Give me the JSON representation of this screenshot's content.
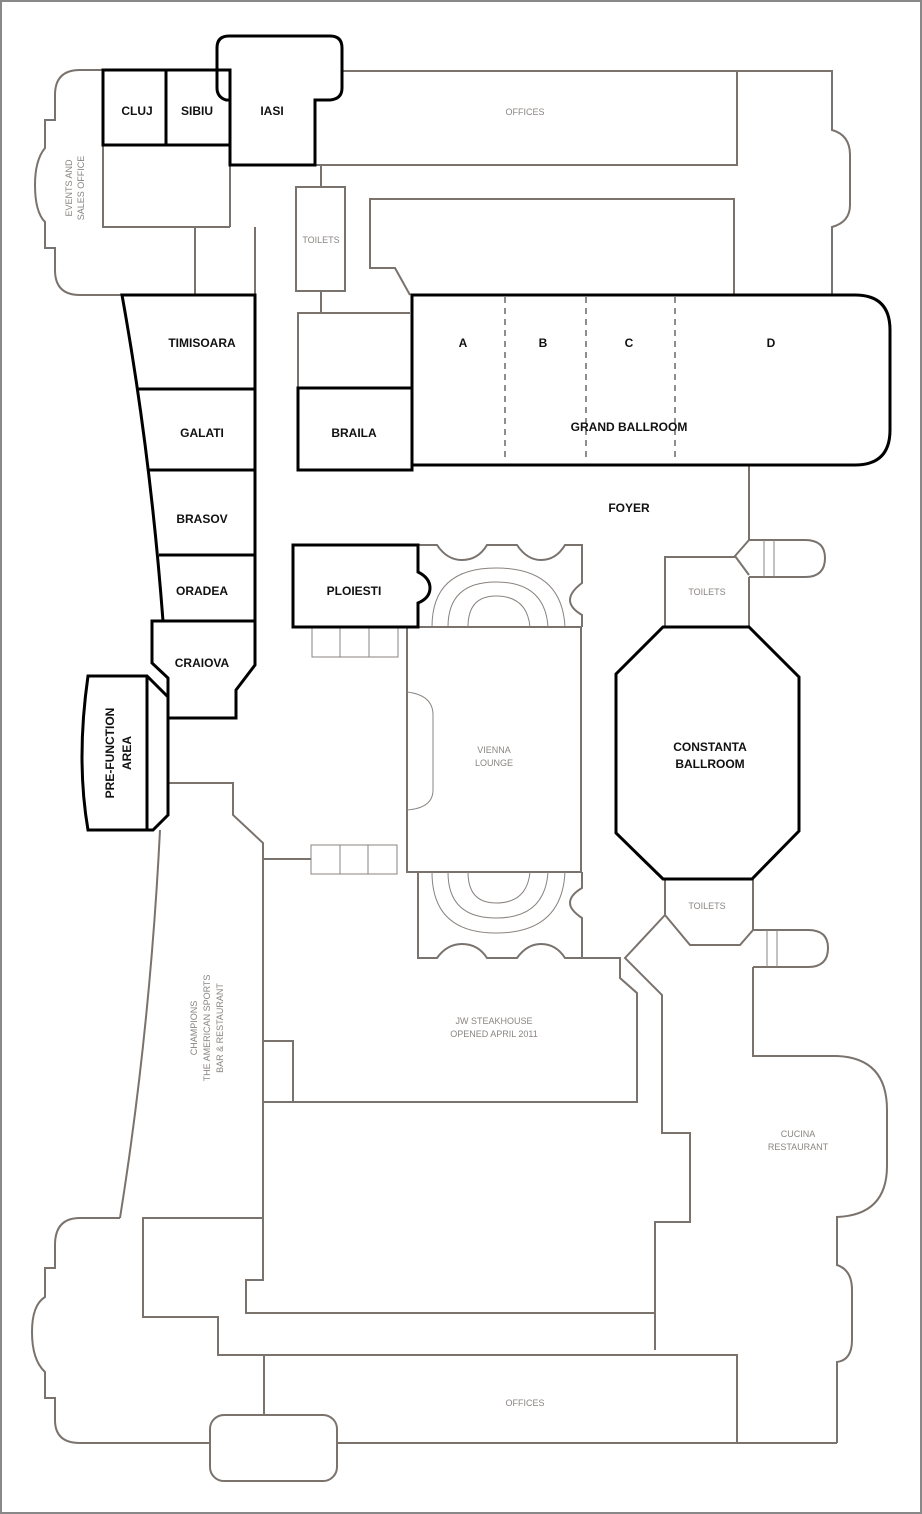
{
  "plan": {
    "meeting_rooms": {
      "cluj": "CLUJ",
      "sibiu": "SIBIU",
      "iasi": "IASI",
      "timisoara": "TIMISOARA",
      "galati": "GALATI",
      "brasov": "BRASOV",
      "oradea": "ORADEA",
      "craiova": "CRAIOVA",
      "braila": "BRAILA",
      "ploiesti": "PLOIESTI",
      "pre_function_line1": "PRE-FUNCTION",
      "pre_function_line2": "AREA",
      "grand_ballroom": "GRAND BALLROOM",
      "grand_a": "A",
      "grand_b": "B",
      "grand_c": "C",
      "grand_d": "D",
      "foyer": "FOYER",
      "constanta_line1": "CONSTANTA",
      "constanta_line2": "BALLROOM"
    },
    "facilities": {
      "offices_top": "OFFICES",
      "offices_bottom": "OFFICES",
      "events_line1": "EVENTS AND",
      "events_line2": "SALES OFFICE",
      "toilets_top": "TOILETS",
      "toilets_mid": "TOILETS",
      "toilets_low": "TOILETS",
      "vienna_line1": "VIENNA",
      "vienna_line2": "LOUNGE",
      "steak_line1": "JW STEAKHOUSE",
      "steak_line2": "OPENED APRIL 2011",
      "cucina_line1": "CUCINA",
      "cucina_line2": "RESTAURANT",
      "champions_line1": "CHAMPIONS",
      "champions_line2": "THE AMERICAN SPORTS",
      "champions_line3": "BAR & RESTAURANT"
    }
  }
}
